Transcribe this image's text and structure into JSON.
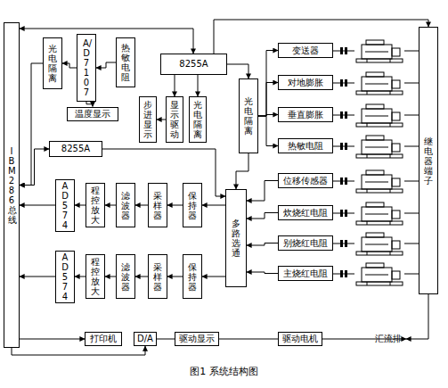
{
  "diagram": {
    "caption": "图1 系统结构图",
    "nodes": [
      {
        "text": [
          "IBM286总线"
        ]
      },
      {
        "text": [
          "光电隔离"
        ]
      },
      {
        "text": [
          "A/D7107"
        ]
      },
      {
        "text": [
          "热敏电阻"
        ]
      },
      {
        "text": [
          "温度显示"
        ]
      },
      {
        "text": [
          "8255A"
        ]
      },
      {
        "text": [
          "步进显示"
        ]
      },
      {
        "text": [
          "显示驱动"
        ]
      },
      {
        "text": [
          "光电隔离"
        ]
      },
      {
        "text": [
          "光电隔离"
        ]
      },
      {
        "text": [
          "变送器"
        ]
      },
      {
        "text": [
          "对地膨胀"
        ]
      },
      {
        "text": [
          "垂直膨胀"
        ]
      },
      {
        "text": [
          "热敏电阻"
        ]
      },
      {
        "text": [
          "位移传感器"
        ]
      },
      {
        "text": [
          "炊烧红电阻"
        ]
      },
      {
        "text": [
          "别烧红电阻"
        ]
      },
      {
        "text": [
          "主烧红电阻"
        ]
      },
      {
        "text": [
          "继电器端子"
        ]
      },
      {
        "text": [
          "8255A"
        ]
      },
      {
        "text": [
          "AD574"
        ]
      },
      {
        "text": [
          "程控放大"
        ]
      },
      {
        "text": [
          "滤波器"
        ]
      },
      {
        "text": [
          "采样器"
        ]
      },
      {
        "text": [
          "保持器"
        ]
      },
      {
        "text": [
          "AD574"
        ]
      },
      {
        "text": [
          "程控放大"
        ]
      },
      {
        "text": [
          "滤波器"
        ]
      },
      {
        "text": [
          "采样器"
        ]
      },
      {
        "text": [
          "保持器"
        ]
      },
      {
        "text": [
          "多路选通"
        ]
      },
      {
        "text": [
          "打印机"
        ]
      },
      {
        "text": [
          "D/A"
        ]
      },
      {
        "text": [
          "驱动显示"
        ]
      },
      {
        "text": [
          "驱动电机"
        ]
      },
      {
        "text": [
          "汇流排"
        ]
      }
    ],
    "edges": [
      {
        "from": 0,
        "to": 5,
        "arrow": "both"
      },
      {
        "from": 1,
        "to": 0,
        "arrow": "to"
      },
      {
        "from": 2,
        "to": 1,
        "arrow": "to"
      },
      {
        "from": 3,
        "to": 2,
        "arrow": "to"
      },
      {
        "from": 2,
        "to": 4,
        "arrow": "to"
      },
      {
        "from": 5,
        "to": 7,
        "arrow": "to"
      },
      {
        "from": 7,
        "to": 6,
        "arrow": "to"
      },
      {
        "from": 5,
        "to": 8,
        "arrow": "to"
      },
      {
        "from": 5,
        "to": 9,
        "arrow": "to"
      },
      {
        "from": 5,
        "to": 18,
        "arrow": "to"
      },
      {
        "from": 9,
        "to": 10,
        "arrow": "to"
      },
      {
        "from": 9,
        "to": 11,
        "arrow": "to"
      },
      {
        "from": 9,
        "to": 12,
        "arrow": "to"
      },
      {
        "from": 9,
        "to": 13,
        "arrow": "to"
      },
      {
        "from": 9,
        "to": 30,
        "arrow": "to"
      },
      {
        "from": 14,
        "to": 30,
        "arrow": "to"
      },
      {
        "from": 15,
        "to": 30,
        "arrow": "to"
      },
      {
        "from": 16,
        "to": 30,
        "arrow": "to"
      },
      {
        "from": 17,
        "to": 30,
        "arrow": "to"
      },
      {
        "from": 19,
        "to": 0,
        "arrow": "both"
      },
      {
        "from": 19,
        "to": 30,
        "arrow": "to"
      },
      {
        "from": 30,
        "to": 24,
        "arrow": "to"
      },
      {
        "from": 24,
        "to": 23,
        "arrow": "to"
      },
      {
        "from": 23,
        "to": 22,
        "arrow": "to"
      },
      {
        "from": 22,
        "to": 21,
        "arrow": "to"
      },
      {
        "from": 21,
        "to": 20,
        "arrow": "to"
      },
      {
        "from": 20,
        "to": 0,
        "arrow": "to"
      },
      {
        "from": 30,
        "to": 29,
        "arrow": "to"
      },
      {
        "from": 29,
        "to": 28,
        "arrow": "to"
      },
      {
        "from": 28,
        "to": 27,
        "arrow": "to"
      },
      {
        "from": 27,
        "to": 26,
        "arrow": "to"
      },
      {
        "from": 26,
        "to": 25,
        "arrow": "to"
      },
      {
        "from": 25,
        "to": 0,
        "arrow": "to"
      },
      {
        "from": 0,
        "to": 31,
        "arrow": "to"
      },
      {
        "from": 0,
        "to": 32,
        "arrow": "to"
      },
      {
        "from": 32,
        "to": 33,
        "arrow": "to"
      },
      {
        "from": 33,
        "to": 34,
        "arrow": "to"
      },
      {
        "from": 34,
        "to": 35,
        "arrow": "to"
      },
      {
        "from": 18,
        "to": 35,
        "arrow": "to"
      }
    ]
  }
}
